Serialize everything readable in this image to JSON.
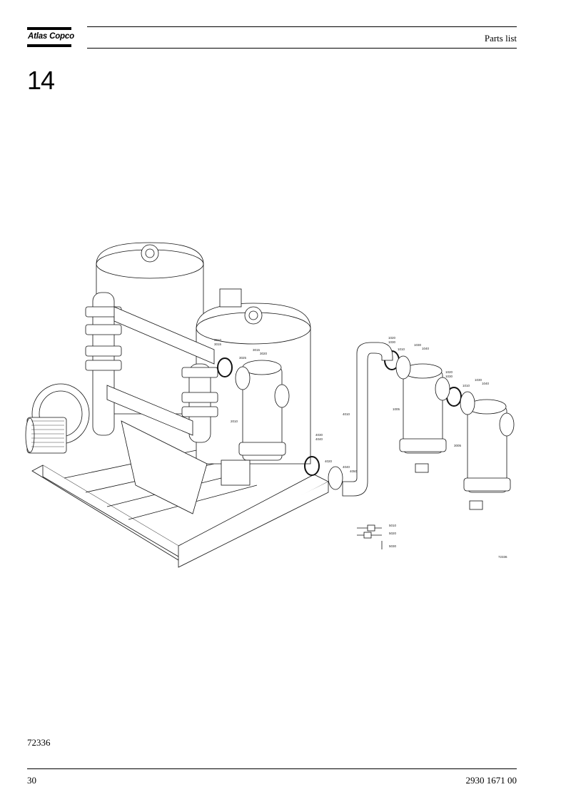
{
  "header": {
    "brand": "Atlas Copco",
    "section_title": "Parts list"
  },
  "chapter": {
    "number": "14"
  },
  "drawing": {
    "drawing_ref": "72336",
    "part_labels": [
      "3010",
      "3015",
      "3025",
      "3015",
      "3020",
      "2010",
      "1020",
      "1030",
      "1010",
      "1030",
      "1040",
      "1020",
      "1030",
      "1005",
      "1030",
      "1040",
      "1010",
      "3005",
      "4010",
      "4030",
      "4040",
      "4020",
      "4040",
      "4050",
      "5010",
      "5020",
      "5030"
    ]
  },
  "footer": {
    "figure_number": "72336",
    "page_number": "30",
    "document_number": "2930 1671 00"
  }
}
